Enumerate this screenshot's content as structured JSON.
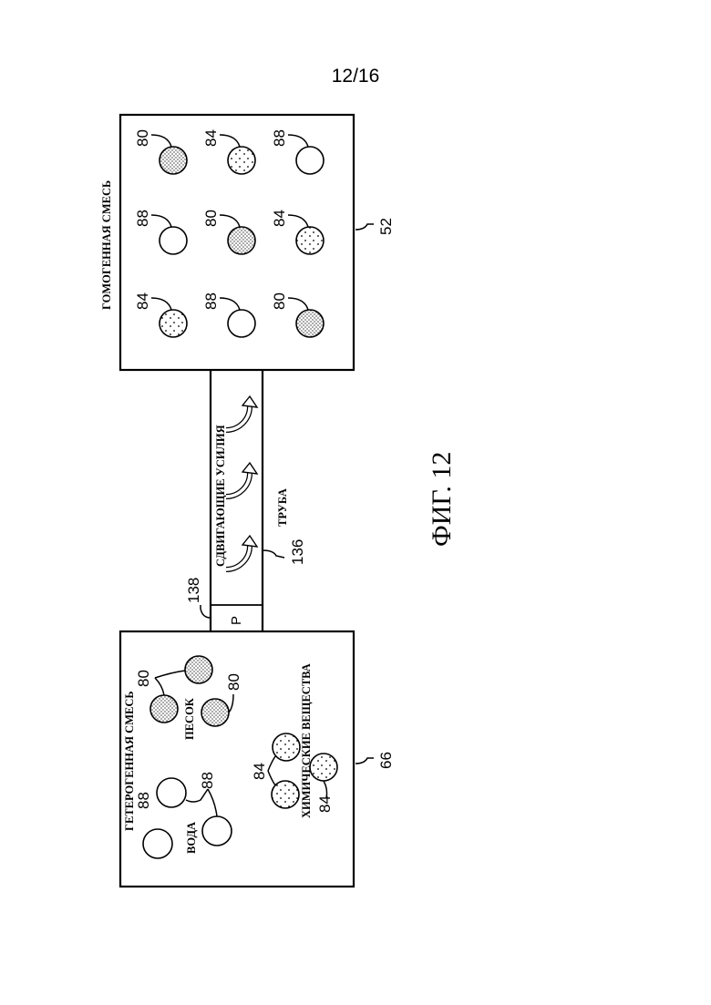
{
  "page_number": "12/16",
  "figure_caption": "ФИГ. 12",
  "homogeneous": {
    "title": "ГОМОГЕННАЯ СМЕСЬ",
    "ref": "52",
    "labels": [
      "84",
      "88",
      "80",
      "88",
      "80",
      "84",
      "80",
      "84",
      "88"
    ]
  },
  "heterogeneous": {
    "title": "ГЕТЕРОГЕННАЯ СМЕСЬ",
    "ref": "66",
    "water_label": "ВОДА",
    "sand_label": "ПЕСОК",
    "chemicals_label": "ХИМИЧЕСКИЕ ВЕЩЕСТВА",
    "water_ref_1": "88",
    "water_ref_2": "88",
    "sand_ref_1": "80",
    "sand_ref_2": "80",
    "chem_ref_1": "84",
    "chem_ref_2": "84"
  },
  "pipe": {
    "shear_label": "СДВИГАЮЩИЕ УСИЛИЯ",
    "pipe_label": "ТРУБА",
    "pipe_ref": "136",
    "pump_label": "P",
    "pump_ref": "138"
  }
}
